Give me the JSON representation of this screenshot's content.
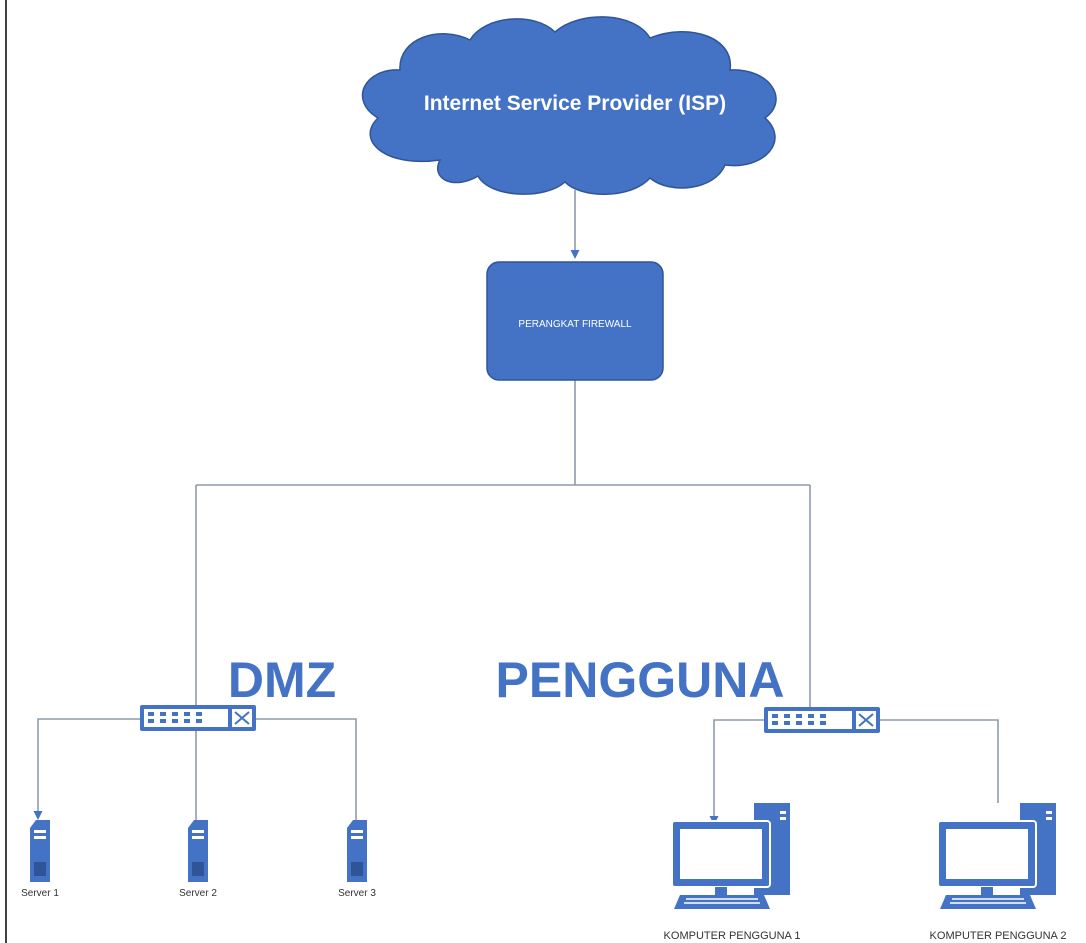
{
  "colors": {
    "shape_fill": "#4472c4",
    "shape_stroke": "#2f5597",
    "connector": "#8e9aab",
    "heading_text": "#4472c4",
    "label_text": "#333333",
    "border": "#404040"
  },
  "cloud": {
    "label": "Internet Service Provider (ISP)",
    "icon": "cloud-shape"
  },
  "firewall": {
    "label": "PERANGKAT FIREWALL",
    "icon": "firewall-box"
  },
  "zones": {
    "dmz": {
      "label": "DMZ"
    },
    "users": {
      "label": "PENGGUNA"
    }
  },
  "switches": [
    {
      "zone": "dmz",
      "icon": "network-switch-icon"
    },
    {
      "zone": "users",
      "icon": "network-switch-icon"
    }
  ],
  "servers": [
    {
      "label": "Server 1",
      "icon": "server-tower-icon"
    },
    {
      "label": "Server 2",
      "icon": "server-tower-icon"
    },
    {
      "label": "Server 3",
      "icon": "server-tower-icon"
    }
  ],
  "computers": [
    {
      "label": "KOMPUTER PENGGUNA 1",
      "icon": "desktop-computer-icon"
    },
    {
      "label": "KOMPUTER PENGGUNA 2",
      "icon": "desktop-computer-icon"
    }
  ]
}
